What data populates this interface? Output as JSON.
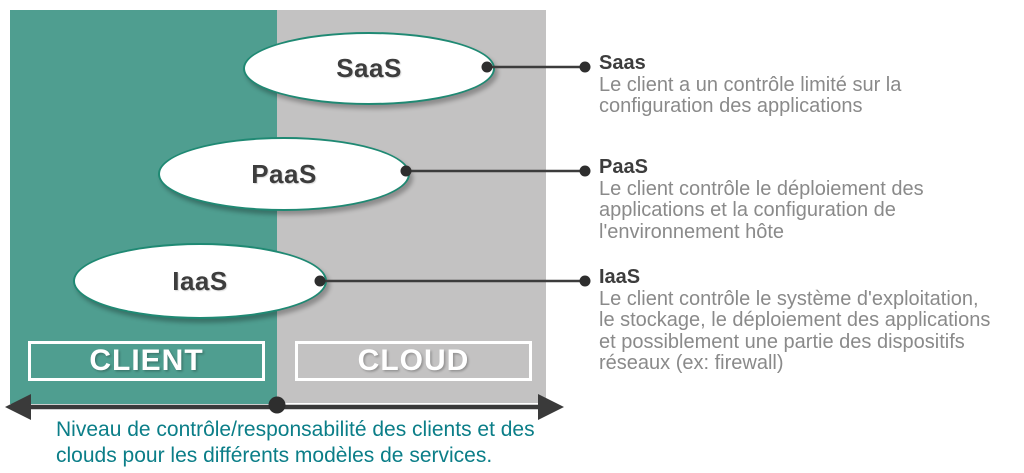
{
  "diagram": {
    "zones": {
      "client_label": "CLIENT",
      "cloud_label": "CLOUD"
    },
    "ellipses": [
      {
        "label": "SaaS"
      },
      {
        "label": "PaaS"
      },
      {
        "label": "IaaS"
      }
    ],
    "legend": [
      {
        "title": "Saas",
        "lines": [
          "Le client a un contrôle limité sur la",
          "configuration des applications"
        ]
      },
      {
        "title": "PaaS",
        "lines": [
          "Le client contrôle le déploiement des",
          "applications et la configuration de",
          "l'environnement hôte"
        ]
      },
      {
        "title": "IaaS",
        "lines": [
          "Le client contrôle le système d'exploitation,",
          "le stockage, le déploiement des applications",
          "et possiblement une partie des dispositifs",
          "réseaux (ex: firewall)"
        ]
      }
    ],
    "caption": {
      "line1": "Niveau de contrôle/responsabilité des clients et des",
      "line2": "clouds pour les différents modèles de services."
    },
    "colors": {
      "client_fill": "#4f9e90",
      "cloud_fill": "#c3c2c2",
      "ellipse_border": "#1f8973",
      "connector": "#3c3c3c",
      "heading_text": "#3d3d3d",
      "body_text": "#8a8a8a",
      "caption_text": "#0b7e88",
      "zone_text": "#ffffff"
    }
  }
}
